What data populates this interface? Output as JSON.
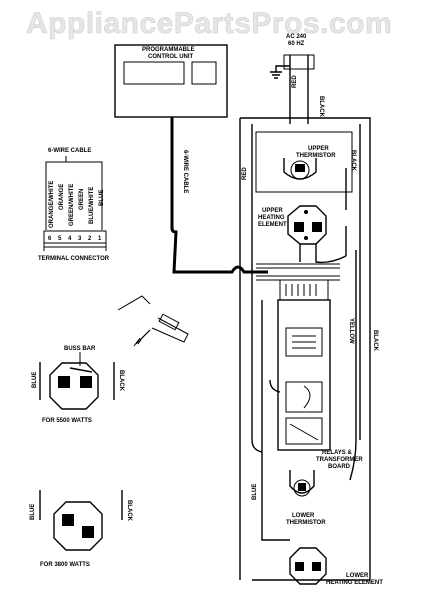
{
  "watermark": "AppliancePartsPros.com",
  "labels": {
    "control_unit": [
      "PROGRAMMABLE",
      "CONTROL UNIT"
    ],
    "power_supply": [
      "AC 240",
      "60 HZ"
    ],
    "red": "RED",
    "black": "BLACK",
    "upper_thermistor": [
      "UPPER",
      "THERMISTOR"
    ],
    "upper_heating_element": [
      "UPPER",
      "HEATING",
      "ELEMENT"
    ],
    "six_wire_cable": "6-WIRE CABLE",
    "six_wire_cable_vertical": "6-WIRE CABLE",
    "wire_colors": [
      "ORANGE/WHITE",
      "ORANGE",
      "GREEN/WHITE",
      "GREEN",
      "BLUE/WHITE",
      "BLUE"
    ],
    "terminal_numbers": [
      "6",
      "5",
      "4",
      "3",
      "2",
      "1"
    ],
    "terminal_connector": "TERMINAL CONNECTOR",
    "buss_bar": "BUSS BAR",
    "blue": "BLUE",
    "yellow": "YELLOW",
    "for_5500": "FOR 5500 WATTS",
    "for_3800": "FOR 3800 WATTS",
    "relays_board": [
      "RELAYS &",
      "TRANSFORMER",
      "BOARD"
    ],
    "lower_thermistor": [
      "LOWER",
      "THERMISTOR"
    ],
    "lower_heating_element": [
      "LOWER",
      "HEATING ELEMENT"
    ]
  }
}
